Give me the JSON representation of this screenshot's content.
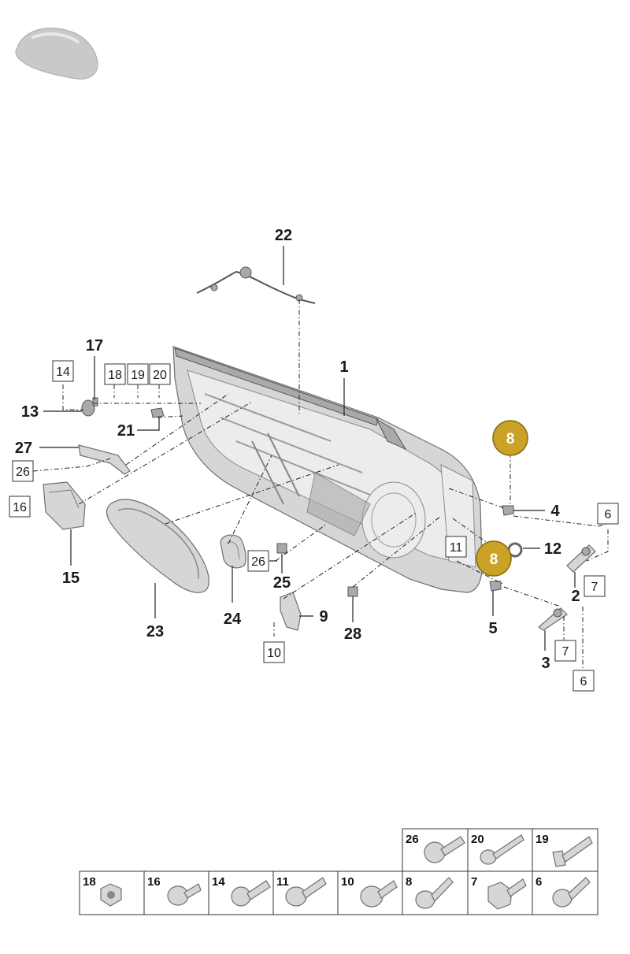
{
  "diagram": {
    "callouts": {
      "c1": "1",
      "c2": "2",
      "c3": "3",
      "c4": "4",
      "c5": "5",
      "c9": "9",
      "c12": "12",
      "c13": "13",
      "c15": "15",
      "c17": "17",
      "c21": "21",
      "c22": "22",
      "c23": "23",
      "c24": "24",
      "c25": "25",
      "c27": "27",
      "c28": "28"
    },
    "boxed": {
      "b14": "14",
      "b18": "18",
      "b19": "19",
      "b20": "20",
      "b26a": "26",
      "b16": "16",
      "b26b": "26",
      "b10": "10",
      "b11": "11",
      "b6a": "6",
      "b7a": "7",
      "b7b": "7",
      "b6b": "6"
    },
    "badges": {
      "top": "8",
      "mid": "8"
    },
    "badge_color": "#c9a227"
  },
  "legend": {
    "row1": [
      "26",
      "20",
      "19"
    ],
    "row2": [
      "18",
      "16",
      "14",
      "11",
      "10",
      "8",
      "7",
      "6"
    ]
  }
}
